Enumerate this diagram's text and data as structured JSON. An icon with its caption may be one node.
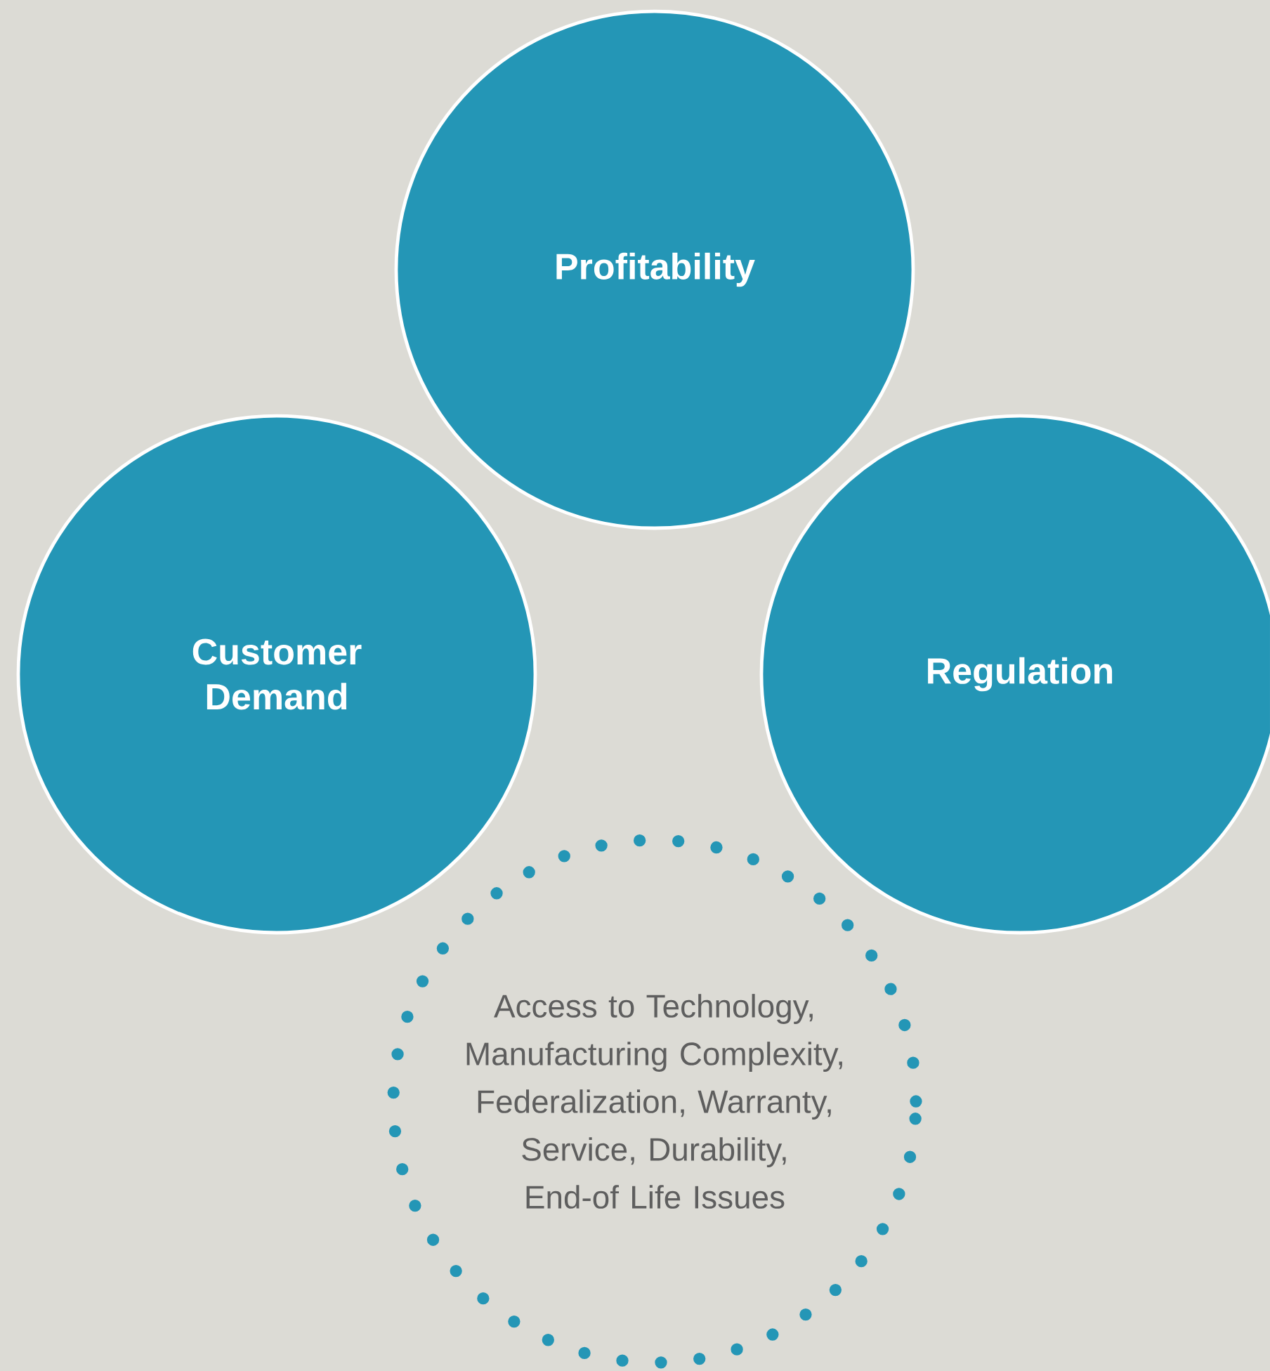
{
  "diagram": {
    "nodes": [
      {
        "text": [
          "Profitability"
        ]
      },
      {
        "text": [
          "Customer Demand"
        ]
      },
      {
        "text": [
          "Regulation"
        ]
      },
      {
        "text": [
          "Access to Technology, Manufacturing Complexity, Federalization, Warranty, Service, Durability, End-of Life Issues"
        ]
      }
    ]
  }
}
